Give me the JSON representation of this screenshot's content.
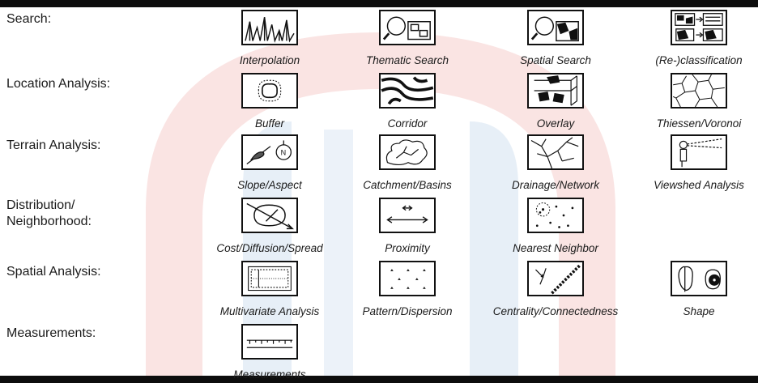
{
  "categories": [
    {
      "label": "Search:"
    },
    {
      "label": "Location Analysis:"
    },
    {
      "label": "Terrain Analysis:"
    },
    {
      "label": "Distribution/\nNeighborhood:"
    },
    {
      "label": "Spatial Analysis:"
    },
    {
      "label": "Measurements:"
    }
  ],
  "operations": {
    "search": [
      "Interpolation",
      "Thematic Search",
      "Spatial Search",
      "(Re-)classification"
    ],
    "location": [
      "Buffer",
      "Corridor",
      "Overlay",
      "Thiessen/Voronoi"
    ],
    "terrain": [
      "Slope/Aspect",
      "Catchment/Basins",
      "Drainage/Network",
      "Viewshed Analysis"
    ],
    "distribution": [
      "Cost/Diffusion/Spread",
      "Proximity",
      "Nearest Neighbor"
    ],
    "spatial": [
      "Multivariate Analysis",
      "Pattern/Dispersion",
      "Centrality/Connectedness",
      "Shape"
    ],
    "measurements": [
      "Measurements"
    ]
  },
  "icons": {
    "search": [
      "interpolation-icon",
      "thematic-search-icon",
      "spatial-search-icon",
      "reclassification-icon"
    ],
    "location": [
      "buffer-icon",
      "corridor-icon",
      "overlay-icon",
      "thiessen-voronoi-icon"
    ],
    "terrain": [
      "slope-aspect-icon",
      "catchment-basins-icon",
      "drainage-network-icon",
      "viewshed-icon"
    ],
    "distribution": [
      "cost-diffusion-icon",
      "proximity-icon",
      "nearest-neighbor-icon"
    ],
    "spatial": [
      "multivariate-icon",
      "pattern-dispersion-icon",
      "centrality-connectedness-icon",
      "shape-icon"
    ],
    "measurements": [
      "measurements-icon"
    ]
  },
  "colors": {
    "watermark_red": "#f3c4c0",
    "watermark_blue": "#c9dbee",
    "frame": "#0d0d0d"
  }
}
